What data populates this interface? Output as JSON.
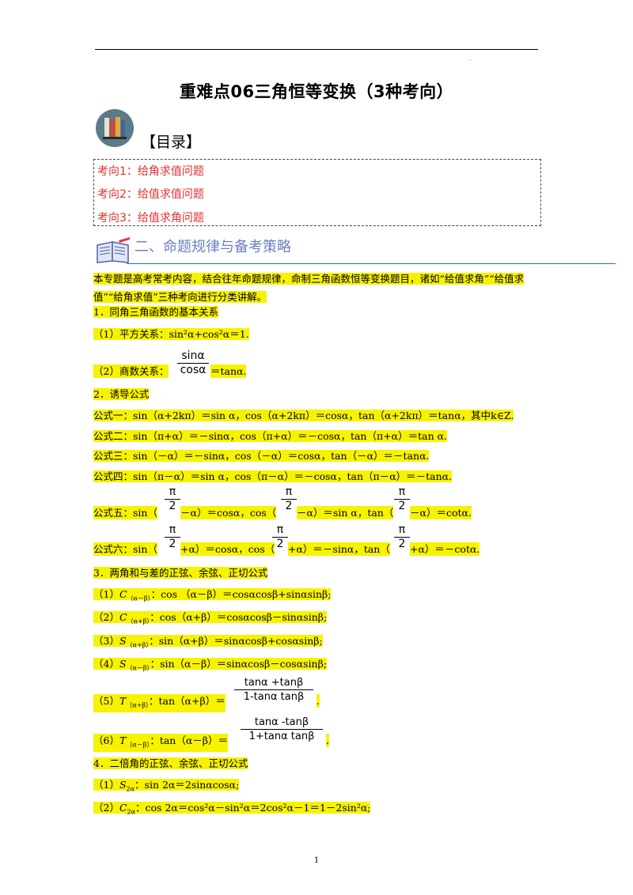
{
  "header": {
    "title": "重难点06三角恒等变换（3种考向）",
    "dot": "."
  },
  "toc": {
    "label": "【目录】",
    "items": [
      "考向1：给角求值问题",
      "考向2：给值求值问题",
      "考向3：给值求角问题"
    ]
  },
  "section": {
    "title": "二、命题规律与备考策略"
  },
  "intro": "本专题是高考常考内容，结合往年命题规律，命制三角函数恒等变换题目，诸如“给值求角”“给值求值”“给角求值”三种考向进行分类讲解。",
  "s1": {
    "head": "1．同角三角函数的基本关系",
    "l1_prefix": "（1）平方关系：",
    "l1_body": "sin²α+cos²α＝1.",
    "l2_prefix": "（2）商数关系：",
    "l2_num": "sinα",
    "l2_den": "cosα",
    "l2_tail": "＝tanα."
  },
  "s2": {
    "head": "2．诱导公式",
    "f1": "公式一：sin（α+2kπ）＝sin α，cos（α+2kπ）＝cosα，tan（α+2kπ）＝tanα，其中k∈Z.",
    "f2": "公式二：sin（π+α）＝－sinα，cos（π+α）＝－cosα，tan（π+α）＝tan α.",
    "f3": "公式三：sin（－α）＝－sinα，cos（－α）＝cosα，tan（－α）＝－tanα.",
    "f4": "公式四：sin（π－α）＝sin α，cos（π－α）＝－cosα，tan（π－α）＝－tanα.",
    "f5": {
      "a": "公式五：sin（",
      "b": "－α）＝cosα，cos（",
      "c": "－α）＝sin α，tan（",
      "d": "－α）＝cotα."
    },
    "f6": {
      "a": "公式六：sin（",
      "b": "+α）＝cosα，cos（",
      "c": "+α）＝－sinα，tan（",
      "d": "+α）＝－cotα."
    },
    "pi": "π",
    "two": "2"
  },
  "s3": {
    "head": "3．两角和与差的正弦、余弦、正切公式",
    "c1": {
      "pre": "（1）",
      "sym": "C",
      "sub": "（α－β）",
      "body": "：cos （α－β）＝cosαcosβ+sinαsinβ;"
    },
    "c2": {
      "pre": "（2）",
      "sym": "C",
      "sub": "（α+β）",
      "body": "：cos（α+β）＝cosαcosβ－sinαsinβ;"
    },
    "c3": {
      "pre": "（3）",
      "sym": "S",
      "sub": "（α+β）",
      "body": "：sin（α+β）＝sinαcosβ+cosαsinβ;"
    },
    "c4": {
      "pre": "（4）",
      "sym": "S",
      "sub": "（α－β）",
      "body": "：sin（α－β）＝sinαcosβ－cosαsinβ;"
    },
    "c5": {
      "pre": "（5）",
      "sym": "T",
      "sub": "（α+β）",
      "body": "：tan（α+β）＝",
      "num": "tanα +tanβ",
      "den": "1-tanα tanβ",
      "end": "."
    },
    "c6": {
      "pre": "（6）",
      "sym": "T",
      "sub": "（α－β）",
      "body": "：tan（α－β）＝",
      "num": "tanα -tanβ",
      "den": "1+tanα tanβ",
      "end": "."
    }
  },
  "s4": {
    "head": "4．二倍角的正弦、余弦、正切公式",
    "d1": {
      "pre": "（1）",
      "sym": "S",
      "sub": "2α",
      "body": "：sin 2α＝2sinαcosα;"
    },
    "d2": {
      "pre": "（2）",
      "sym": "C",
      "sub": "2α",
      "body": "：cos 2α＝cos²α－sin²α＝2cos²α－1＝1－2sin²α;"
    }
  },
  "footer": {
    "page": "1"
  },
  "colors": {
    "highlight": "#f7f200",
    "toc_red": "#e53030",
    "section_blue": "#6b7fc4",
    "rule_blue": "#2a6fb0"
  }
}
